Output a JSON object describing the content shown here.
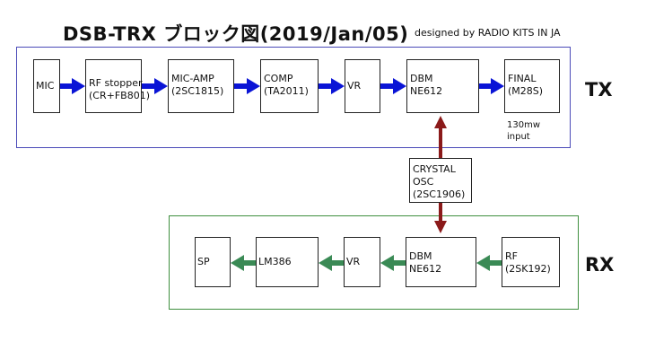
{
  "title": "DSB-TRX ブロック図(2019/Jan/05)",
  "credit": "designed by RADIO KITS IN JA",
  "tx": {
    "label": "TX",
    "blocks": [
      {
        "lines": [
          "MIC"
        ]
      },
      {
        "lines": [
          "RF stopper",
          "(CR+FB801)"
        ]
      },
      {
        "lines": [
          "MIC-AMP",
          "(2SC1815)"
        ]
      },
      {
        "lines": [
          "COMP",
          "(TA2011)"
        ]
      },
      {
        "lines": [
          "VR"
        ]
      },
      {
        "lines": [
          "DBM",
          "NE612"
        ]
      },
      {
        "lines": [
          "FINAL",
          "(M28S)"
        ]
      }
    ],
    "note": [
      "130mw",
      "input"
    ]
  },
  "osc": {
    "lines": [
      "CRYSTAL",
      "OSC",
      "(2SC1906)"
    ]
  },
  "rx": {
    "label": "RX",
    "blocks": [
      {
        "lines": [
          "SP"
        ]
      },
      {
        "lines": [
          "LM386"
        ]
      },
      {
        "lines": [
          "VR"
        ]
      },
      {
        "lines": [
          "DBM",
          "NE612"
        ]
      },
      {
        "lines": [
          "RF",
          "(2SK192)"
        ]
      }
    ]
  },
  "colors": {
    "tx_arrow": "#0a14d6",
    "rx_arrow": "#3a8a55",
    "osc_arrow": "#8b1a1a",
    "tx_border": "#4a4ab8",
    "rx_border": "#3f8f3f"
  }
}
